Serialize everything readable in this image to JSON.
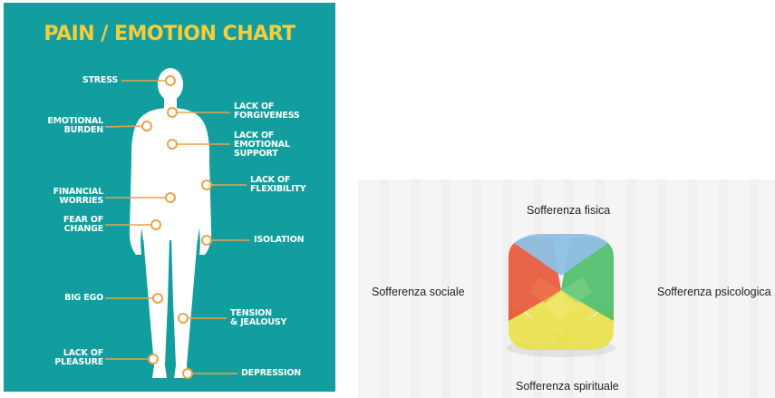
{
  "pain_chart": {
    "title": "PAIN / EMOTION CHART",
    "colors": {
      "background": "#129e9e",
      "title": "#f6cd3c",
      "body": "#ffffff",
      "marker": "#e9a24a"
    },
    "labels_left": [
      {
        "id": "stress",
        "text": "STRESS"
      },
      {
        "id": "emotional-burden",
        "text": "EMOTIONAL\nBURDEN"
      },
      {
        "id": "financial-worries",
        "text": "FINANCIAL\nWORRIES"
      },
      {
        "id": "fear-of-change",
        "text": "FEAR OF\nCHANGE"
      },
      {
        "id": "big-ego",
        "text": "BIG EGO"
      },
      {
        "id": "lack-of-pleasure",
        "text": "LACK OF\nPLEASURE"
      }
    ],
    "labels_right": [
      {
        "id": "lack-of-forgiveness",
        "text": "LACK OF\nFORGIVENESS"
      },
      {
        "id": "lack-of-emotional-support",
        "text": "LACK OF\nEMOTIONAL\nSUPPORT"
      },
      {
        "id": "lack-of-flexibility",
        "text": "LACK OF\nFLEXIBILITY"
      },
      {
        "id": "isolation",
        "text": "ISOLATION"
      },
      {
        "id": "tension-jealousy",
        "text": "TENSION\n& JEALOUSY"
      },
      {
        "id": "depression",
        "text": "DEPRESSION"
      }
    ]
  },
  "suffering_diagram": {
    "top": "Sofferenza fisica",
    "left": "Sofferenza sociale",
    "right": "Sofferenza psicologica",
    "bottom": "Sofferenza spirituale",
    "colors": {
      "fisica": "#8ec0e4",
      "sociale": "#e6583a",
      "psicologica": "#4fbf6b",
      "spirituale": "#e9e24d"
    }
  }
}
